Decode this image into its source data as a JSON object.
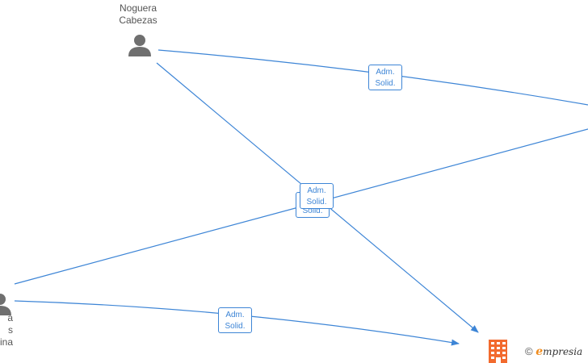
{
  "nodes": {
    "person_top": {
      "label": "Noguera\nCabezas",
      "icon": "person-icon"
    },
    "person_left": {
      "label": "a\ns\nina",
      "icon": "person-icon"
    },
    "company": {
      "icon": "building-icon"
    }
  },
  "edges": {
    "e1": "Adm.\nSolid.",
    "e2": "Adm.\nSolid.",
    "e3": "Adm.\nSolid.",
    "e4": "Adm.\nSolid."
  },
  "watermark": {
    "copyright": "©",
    "brand_initial": "e",
    "brand_rest": "mpresia"
  },
  "colors": {
    "edge": "#3d85d6",
    "person": "#6f6f6f",
    "company": "#f26a2e"
  }
}
